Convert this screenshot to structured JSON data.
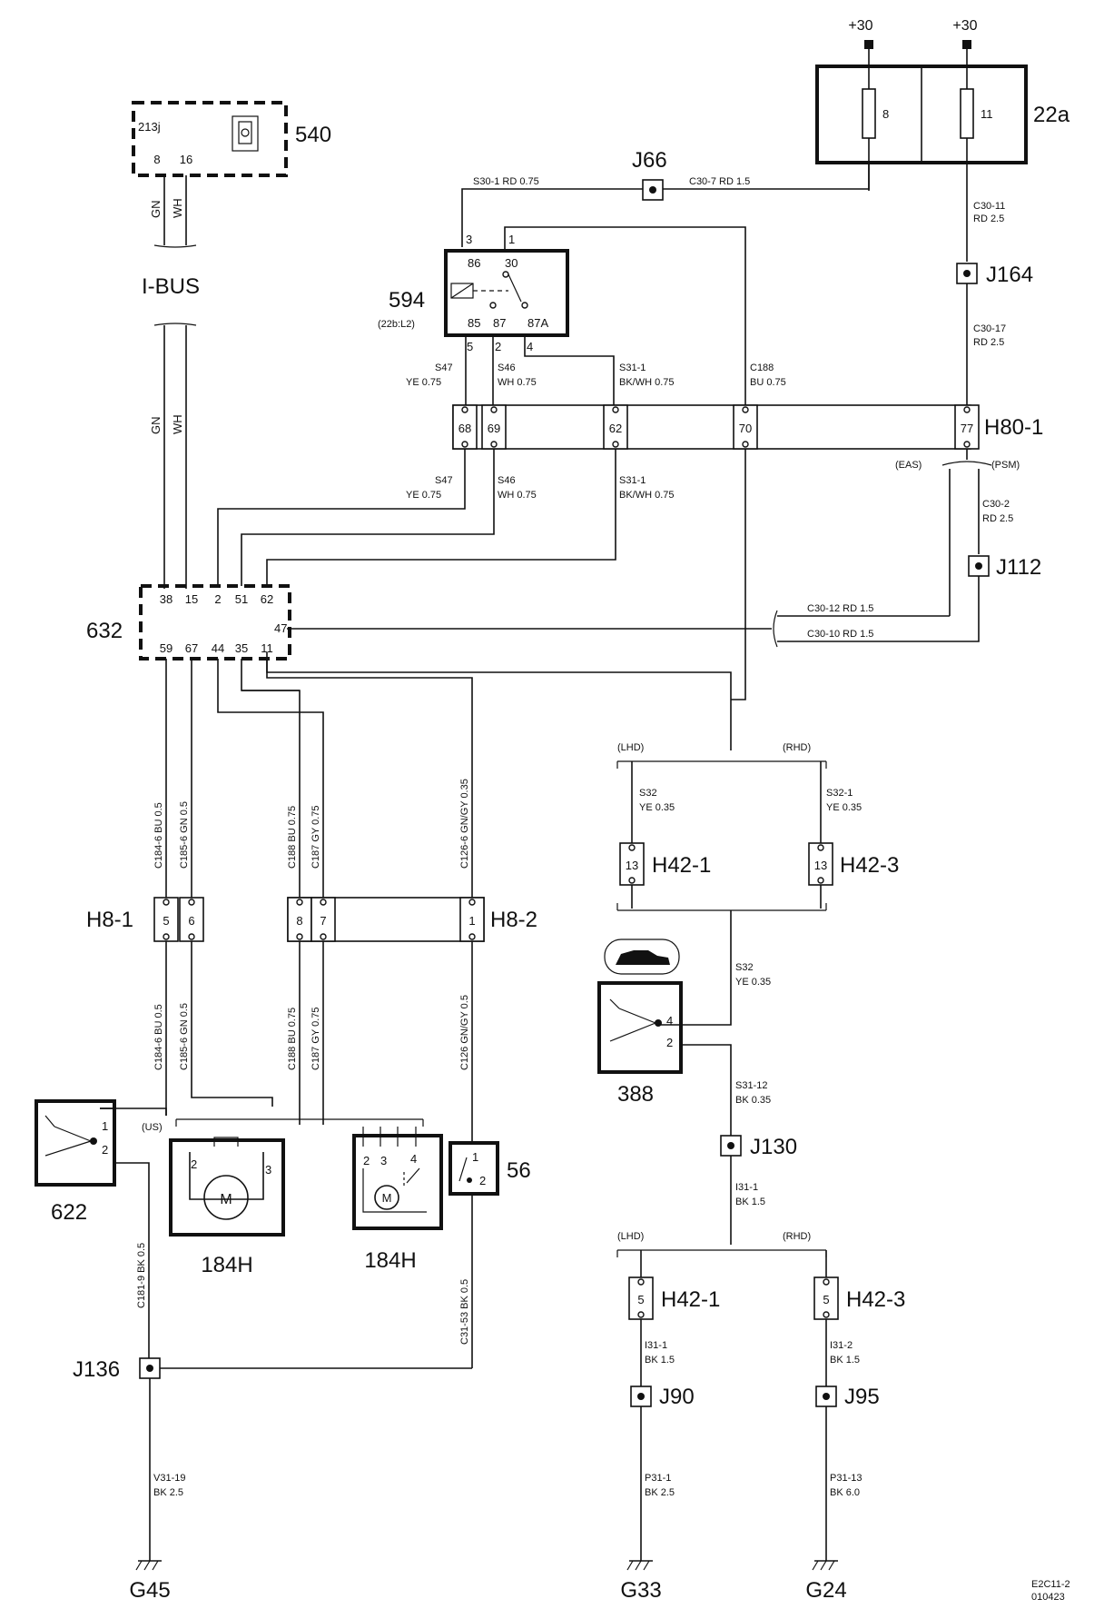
{
  "components": {
    "c540": {
      "id": "540",
      "code": "213j",
      "pins": [
        "8",
        "16"
      ]
    },
    "c22a": {
      "id": "22a",
      "fuses": [
        "8",
        "11"
      ],
      "supply": "+30"
    },
    "c594": {
      "id": "594",
      "ref": "(22b:L2)",
      "pins": [
        "86",
        "30",
        "85",
        "87",
        "87A"
      ],
      "conn": [
        "3",
        "1",
        "5",
        "2",
        "4"
      ]
    },
    "c632": {
      "id": "632",
      "top_pins": [
        "38",
        "15",
        "2",
        "51",
        "62"
      ],
      "bottom_pins": [
        "59",
        "67",
        "44",
        "35",
        "11"
      ],
      "side_pin": "47"
    },
    "c388": {
      "id": "388",
      "pins": [
        "4",
        "2"
      ]
    },
    "c622": {
      "id": "622",
      "pins": [
        "1",
        "2"
      ]
    },
    "c184a": {
      "id": "184H",
      "pins": [
        "2",
        "3"
      ],
      "motor": "M"
    },
    "c184b": {
      "id": "184H",
      "pins": [
        "2",
        "3",
        "4"
      ],
      "motor": "M"
    },
    "c56": {
      "id": "56",
      "pins": [
        "1",
        "2"
      ]
    }
  },
  "junctions": {
    "J66": "J66",
    "J164": "J164",
    "J112": "J112",
    "J130": "J130",
    "J136": "J136",
    "J90": "J90",
    "J95": "J95"
  },
  "connectors": {
    "H80": {
      "id": "H80-1",
      "pins": [
        "68",
        "69",
        "62",
        "70",
        "77"
      ]
    },
    "H8_1": {
      "id": "H8-1",
      "pins": [
        "5",
        "6"
      ]
    },
    "H8_2": {
      "id": "H8-2",
      "pins": [
        "8",
        "7",
        "1"
      ]
    },
    "H42_1_top": {
      "id": "H42-1",
      "pin": "13"
    },
    "H42_3_top": {
      "id": "H42-3",
      "pin": "13"
    },
    "H42_1_bot": {
      "id": "H42-1",
      "pin": "5"
    },
    "H42_3_bot": {
      "id": "H42-3",
      "pin": "5"
    }
  },
  "grounds": [
    "G45",
    "G33",
    "G24"
  ],
  "bus": {
    "label": "I-BUS",
    "wire_gn": "GN",
    "wire_wh": "WH"
  },
  "options": {
    "lhd": "(LHD)",
    "rhd": "(RHD)",
    "eas": "(EAS)",
    "psm": "(PSM)",
    "us": "(US)"
  },
  "wires": {
    "s30_1": "S30-1  RD  0.75",
    "c30_7": "C30-7  RD  1.5",
    "c30_11": [
      "C30-11",
      "RD 2.5"
    ],
    "c30_17": [
      "C30-17",
      "RD 2.5"
    ],
    "c30_2": [
      "C30-2",
      "RD 2.5"
    ],
    "s47_a": [
      "S47",
      "YE 0.75"
    ],
    "s46_a": [
      "S46",
      "WH 0.75"
    ],
    "s31_1_a": [
      "S31-1",
      "BK/WH  0.75"
    ],
    "c188_a": [
      "C188",
      "BU 0.75"
    ],
    "s47_b": [
      "S47",
      "YE 0.75"
    ],
    "s46_b": [
      "S46",
      "WH 0.75"
    ],
    "s31_1_b": [
      "S31-1",
      "BK/WH  0.75"
    ],
    "c30_12": "C30-12  RD  1.5",
    "c30_10": "C30-10  RD  1.5",
    "c184_6_a": "C184-6  BU  0.5",
    "c185_6_a": "C185-6  GN  0.5",
    "c188_b": "C188  BU  0.75",
    "c187_a": "C187  GY  0.75",
    "c126_6": "C126-6  GN/GY  0.35",
    "c184_6_b": "C184-6  BU  0.5",
    "c185_6_b": "C185-6  GN  0.5",
    "c188_c": "C188  BU  0.75",
    "c187_b": "C187  GY  0.75",
    "c126": "C126  GN/GY  0.5",
    "c181_9": "C181-9  BK  0.5",
    "c31_53": "C31-53  BK  0.5",
    "v31_19": [
      "V31-19",
      "BK 2.5"
    ],
    "s32_a": [
      "S32",
      "YE 0.35"
    ],
    "s32_1": [
      "S32-1",
      "YE 0.35"
    ],
    "s32_b": [
      "S32",
      "YE 0.35"
    ],
    "s31_12": [
      "S31-12",
      "BK 0.35"
    ],
    "i31_1_a": [
      "I31-1",
      "BK 1.5"
    ],
    "i31_1_b": [
      "I31-1",
      "BK 1.5"
    ],
    "i31_2": [
      "I31-2",
      "BK 1.5"
    ],
    "p31_1": [
      "P31-1",
      "BK 2.5"
    ],
    "p31_13": [
      "P31-13",
      "BK 6.0"
    ]
  },
  "footer": {
    "code": "E2C11-2",
    "date": "010423"
  }
}
